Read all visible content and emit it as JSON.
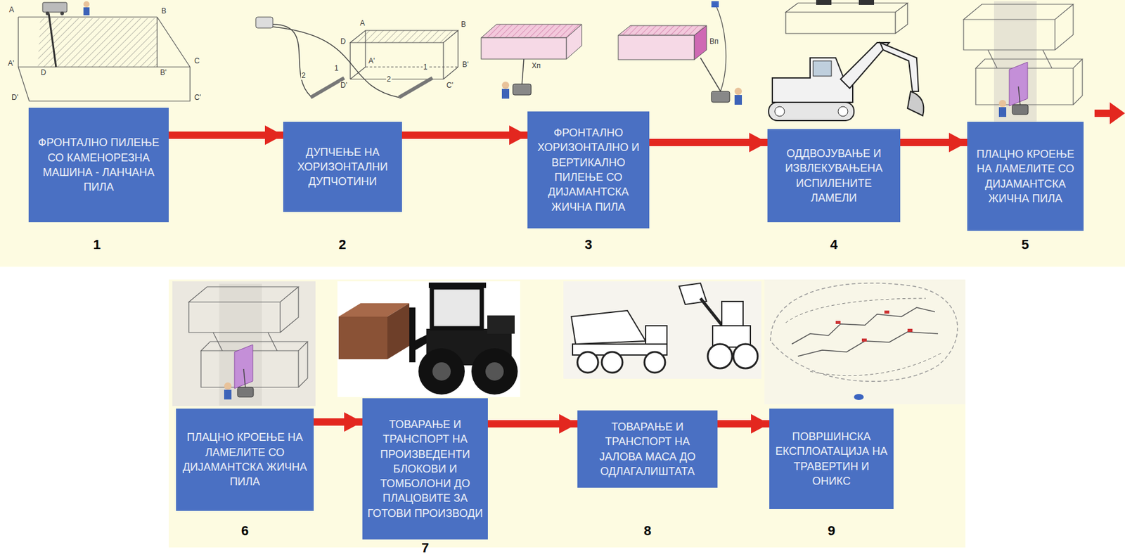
{
  "diagram": {
    "nodes": [
      {
        "text": [
          "ФРОНТАЛНО ПИЛЕЊЕ СО КАМЕНОРЕЗНА МАШИНА - ЛАНЧАНА ПИЛА"
        ]
      },
      {
        "text": [
          "ДУПЧЕЊЕ НА ХОРИЗОНТАЛНИ ДУПЧОТИНИ"
        ]
      },
      {
        "text": [
          "ФРОНТАЛНО ХОРИЗОНТАЛНО И ВЕРТИКАЛНО ПИЛЕЊЕ СО ДИЈАМАНТСКА ЖИЧНА ПИЛА"
        ]
      },
      {
        "text": [
          "ОДДВОЈУВАЊЕ И ИЗВЛЕКУВАЊЕНА ИСПИЛЕНИТЕ ЛАМЕЛИ"
        ]
      },
      {
        "text": [
          "ПЛАЦНО КРОЕЊЕ НА ЛАМЕЛИТЕ СО ДИЈАМАНТСКА ЖИЧНА ПИЛА"
        ]
      },
      {
        "text": [
          "ПЛАЦНО КРОЕЊЕ НА ЛАМЕЛИТЕ СО ДИЈАМАНТСКА ЖИЧНА ПИЛА"
        ]
      },
      {
        "text": [
          "ТОВАРАЊЕ И ТРАНСПОРТ НА ПРОИЗВЕДЕНТИ БЛОКОВИ И ТОМБОЛОНИ ДО ПЛАЦОВИТЕ ЗА ГОТОВИ ПРОИЗВОДИ"
        ]
      },
      {
        "text": [
          "ТОВАРАЊЕ И ТРАНСПОРТ НА ЈАЛОВА МАСА ДО ОДЛАГАЛИШТАТА"
        ]
      },
      {
        "text": [
          "ПОВРШИНСКА ЕКСПЛОАТАЦИЈА НА ТРАВЕРТИН И ОНИКС"
        ]
      }
    ],
    "edges": [
      {
        "from": 0,
        "to": 1,
        "arrow": "to"
      },
      {
        "from": 1,
        "to": 2,
        "arrow": "to"
      },
      {
        "from": 2,
        "to": 3,
        "arrow": "to"
      },
      {
        "from": 3,
        "to": 4,
        "arrow": "to"
      },
      {
        "from": 5,
        "to": 6,
        "arrow": "to"
      },
      {
        "from": 6,
        "to": 7,
        "arrow": "to"
      },
      {
        "from": 7,
        "to": 8,
        "arrow": "to"
      }
    ],
    "labels": [
      "A",
      "B",
      "A'",
      "D",
      "B'",
      "C",
      "D'",
      "C'",
      "D",
      "A",
      "B",
      "B'",
      "A'",
      "D'",
      "C'",
      "1",
      "2",
      "1",
      "2",
      "Хп",
      "Вп",
      "1",
      "2",
      "3",
      "4",
      "5",
      "6",
      "7",
      "8",
      "9"
    ]
  }
}
